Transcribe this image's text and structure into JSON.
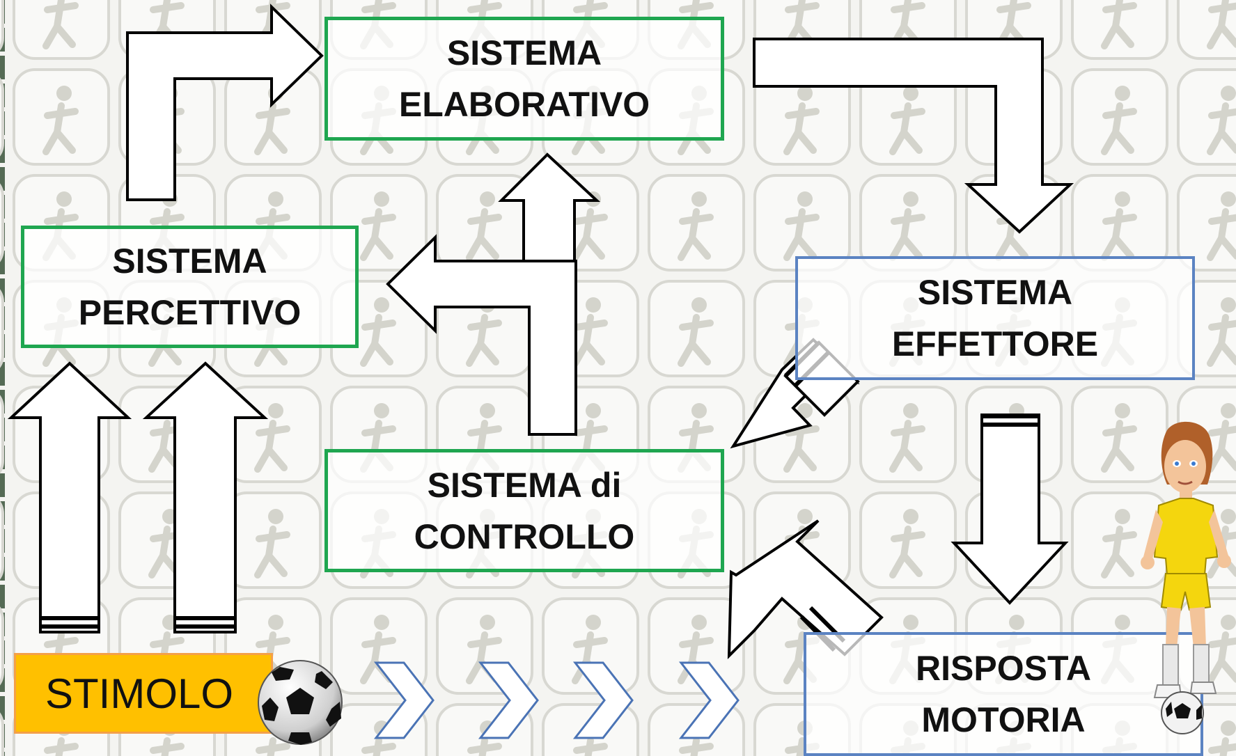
{
  "diagram": {
    "boxes": {
      "elaborativo": {
        "line1": "SISTEMA",
        "line2": "ELABORATIVO"
      },
      "percettivo": {
        "line1": "SISTEMA",
        "line2": "PERCETTIVO"
      },
      "effettore": {
        "line1": "SISTEMA",
        "line2": "EFFETTORE"
      },
      "controllo": {
        "line1": "SISTEMA di",
        "line2": "CONTROLLO"
      },
      "risposta": {
        "line1": "RISPOSTA",
        "line2": "MOTORIA"
      }
    },
    "stimolo": {
      "label": "STIMOLO"
    },
    "icons": {
      "ball": "soccer-ball-icon",
      "player": "soccer-player-icon",
      "background": "sport-pictogram-pattern"
    },
    "colors": {
      "green_border": "#1fa650",
      "blue_border": "#5b83c2",
      "stimolo_fill": "#ffc000",
      "stimolo_border": "#f4a048",
      "chevron": "#4a73b5"
    }
  }
}
